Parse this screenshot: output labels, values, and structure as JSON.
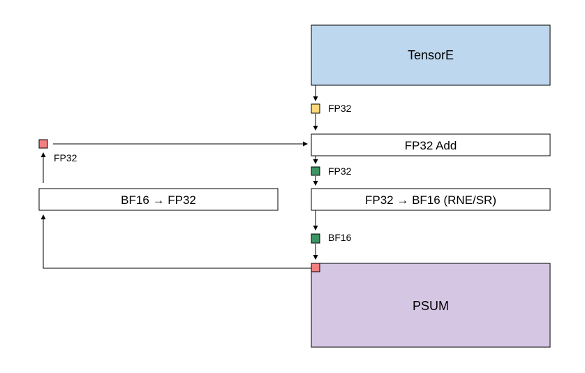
{
  "nodes": {
    "tensore": {
      "label": "TensorE",
      "fill": "#bdd7ee"
    },
    "fp32_add": {
      "label": "FP32 Add",
      "fill": "#ffffff"
    },
    "fp32_to_bf16": {
      "label": "FP32 → BF16 (RNE/SR)",
      "fill": "#ffffff"
    },
    "bf16_to_fp32": {
      "label": "BF16 → FP32",
      "fill": "#ffffff"
    },
    "psum": {
      "label": "PSUM",
      "fill": "#d5c6e4"
    }
  },
  "markers": {
    "fp32_top": {
      "label": "FP32",
      "color": "#ffd97a"
    },
    "fp32_after_add": {
      "label": "FP32",
      "color": "#3c9465"
    },
    "bf16": {
      "label": "BF16",
      "color": "#3c9465"
    },
    "fp32_left": {
      "label": "FP32",
      "color": "#f47f7f"
    },
    "psum_read": {
      "color": "#f47f7f"
    }
  }
}
